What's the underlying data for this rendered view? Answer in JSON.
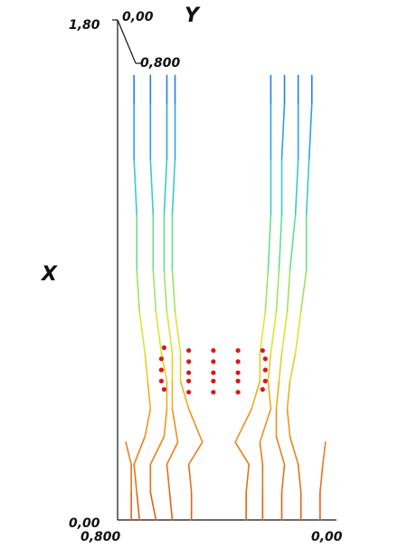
{
  "chart_data": {
    "type": "line",
    "title": "",
    "xlabel": "X",
    "ylabel": "Y",
    "axes": {
      "vertical": {
        "label": "X",
        "range": [
          0.0,
          1.8
        ],
        "ticks": [
          "0,00",
          "1,80"
        ]
      },
      "horizontal": {
        "range": [
          0.8,
          0.0
        ],
        "ticks": [
          "0,800",
          "0,00"
        ]
      },
      "depth_axis": {
        "label": "Y",
        "ticks": [
          "0,00",
          "0,800"
        ]
      }
    },
    "colors": {
      "axis": "#111111",
      "points": "#d41a1a",
      "colormap": [
        "#2b6cf0",
        "#24c6d9",
        "#6fe08a",
        "#e6e629",
        "#f08a22",
        "#e05a12"
      ]
    },
    "series": [
      {
        "level": 0,
        "points": [
          [
            0.72,
            0.0
          ],
          [
            0.73,
            0.1
          ],
          [
            0.74,
            0.2
          ],
          [
            0.7,
            0.3
          ],
          [
            0.68,
            0.4
          ],
          [
            0.69,
            0.5
          ],
          [
            0.7,
            0.6
          ],
          [
            0.72,
            0.75
          ],
          [
            0.73,
            0.9
          ],
          [
            0.73,
            1.1
          ],
          [
            0.74,
            1.3
          ],
          [
            0.74,
            1.5
          ],
          [
            0.74,
            1.6
          ]
        ]
      },
      {
        "level": 1,
        "points": [
          [
            0.66,
            0.0
          ],
          [
            0.68,
            0.1
          ],
          [
            0.68,
            0.2
          ],
          [
            0.63,
            0.3
          ],
          [
            0.62,
            0.4
          ],
          [
            0.62,
            0.5
          ],
          [
            0.64,
            0.6
          ],
          [
            0.66,
            0.75
          ],
          [
            0.67,
            0.9
          ],
          [
            0.67,
            1.1
          ],
          [
            0.68,
            1.3
          ],
          [
            0.68,
            1.5
          ],
          [
            0.68,
            1.6
          ]
        ]
      },
      {
        "level": 2,
        "points": [
          [
            0.6,
            0.0
          ],
          [
            0.61,
            0.1
          ],
          [
            0.62,
            0.2
          ],
          [
            0.58,
            0.28
          ],
          [
            0.6,
            0.4
          ],
          [
            0.6,
            0.5
          ],
          [
            0.6,
            0.6
          ],
          [
            0.62,
            0.75
          ],
          [
            0.63,
            0.9
          ],
          [
            0.63,
            1.1
          ],
          [
            0.62,
            1.3
          ],
          [
            0.62,
            1.5
          ],
          [
            0.62,
            1.6
          ]
        ]
      },
      {
        "level": 3,
        "points": [
          [
            0.53,
            0.0
          ],
          [
            0.53,
            0.1
          ],
          [
            0.54,
            0.2
          ],
          [
            0.49,
            0.28
          ],
          [
            0.54,
            0.4
          ],
          [
            0.57,
            0.5
          ],
          [
            0.57,
            0.6
          ],
          [
            0.59,
            0.75
          ],
          [
            0.6,
            0.9
          ],
          [
            0.6,
            1.1
          ],
          [
            0.59,
            1.3
          ],
          [
            0.59,
            1.5
          ],
          [
            0.59,
            1.6
          ]
        ]
      },
      {
        "level": 4,
        "points": [
          [
            0.33,
            0.0
          ],
          [
            0.33,
            0.1
          ],
          [
            0.32,
            0.2
          ],
          [
            0.37,
            0.28
          ],
          [
            0.31,
            0.4
          ],
          [
            0.28,
            0.5
          ],
          [
            0.28,
            0.6
          ],
          [
            0.26,
            0.75
          ],
          [
            0.25,
            0.9
          ],
          [
            0.24,
            1.1
          ],
          [
            0.24,
            1.3
          ],
          [
            0.24,
            1.5
          ],
          [
            0.24,
            1.6
          ]
        ]
      },
      {
        "level": 5,
        "points": [
          [
            0.27,
            0.0
          ],
          [
            0.27,
            0.1
          ],
          [
            0.27,
            0.2
          ],
          [
            0.28,
            0.28
          ],
          [
            0.24,
            0.4
          ],
          [
            0.25,
            0.5
          ],
          [
            0.24,
            0.6
          ],
          [
            0.22,
            0.75
          ],
          [
            0.21,
            0.9
          ],
          [
            0.2,
            1.1
          ],
          [
            0.2,
            1.3
          ],
          [
            0.19,
            1.5
          ],
          [
            0.19,
            1.6
          ]
        ]
      },
      {
        "level": 6,
        "points": [
          [
            0.2,
            0.0
          ],
          [
            0.2,
            0.1
          ],
          [
            0.19,
            0.2
          ],
          [
            0.22,
            0.3
          ],
          [
            0.22,
            0.4
          ],
          [
            0.21,
            0.5
          ],
          [
            0.2,
            0.6
          ],
          [
            0.18,
            0.75
          ],
          [
            0.17,
            0.9
          ],
          [
            0.15,
            1.1
          ],
          [
            0.14,
            1.3
          ],
          [
            0.14,
            1.5
          ],
          [
            0.14,
            1.6
          ]
        ]
      },
      {
        "level": 7,
        "points": [
          [
            0.13,
            0.0
          ],
          [
            0.13,
            0.1
          ],
          [
            0.14,
            0.2
          ],
          [
            0.17,
            0.3
          ],
          [
            0.18,
            0.4
          ],
          [
            0.17,
            0.5
          ],
          [
            0.15,
            0.6
          ],
          [
            0.13,
            0.75
          ],
          [
            0.11,
            0.9
          ],
          [
            0.11,
            1.1
          ],
          [
            0.1,
            1.3
          ],
          [
            0.09,
            1.5
          ],
          [
            0.09,
            1.6
          ]
        ]
      },
      {
        "level": 8,
        "points": [
          [
            0.06,
            0.0
          ],
          [
            0.06,
            0.1
          ],
          [
            0.05,
            0.2
          ],
          [
            0.04,
            0.28
          ]
        ]
      },
      {
        "level": 9,
        "points": [
          [
            0.77,
            0.28
          ],
          [
            0.75,
            0.2
          ],
          [
            0.75,
            0.1
          ],
          [
            0.75,
            0.0
          ]
        ]
      }
    ],
    "scatter": [
      [
        0.63,
        0.62
      ],
      [
        0.64,
        0.58
      ],
      [
        0.64,
        0.54
      ],
      [
        0.64,
        0.5
      ],
      [
        0.63,
        0.47
      ],
      [
        0.54,
        0.61
      ],
      [
        0.54,
        0.57
      ],
      [
        0.54,
        0.53
      ],
      [
        0.54,
        0.5
      ],
      [
        0.54,
        0.46
      ],
      [
        0.45,
        0.61
      ],
      [
        0.45,
        0.57
      ],
      [
        0.45,
        0.53
      ],
      [
        0.45,
        0.5
      ],
      [
        0.45,
        0.46
      ],
      [
        0.36,
        0.61
      ],
      [
        0.36,
        0.57
      ],
      [
        0.36,
        0.53
      ],
      [
        0.36,
        0.5
      ],
      [
        0.36,
        0.46
      ],
      [
        0.27,
        0.61
      ],
      [
        0.26,
        0.58
      ],
      [
        0.26,
        0.54
      ],
      [
        0.26,
        0.5
      ],
      [
        0.27,
        0.47
      ]
    ]
  }
}
